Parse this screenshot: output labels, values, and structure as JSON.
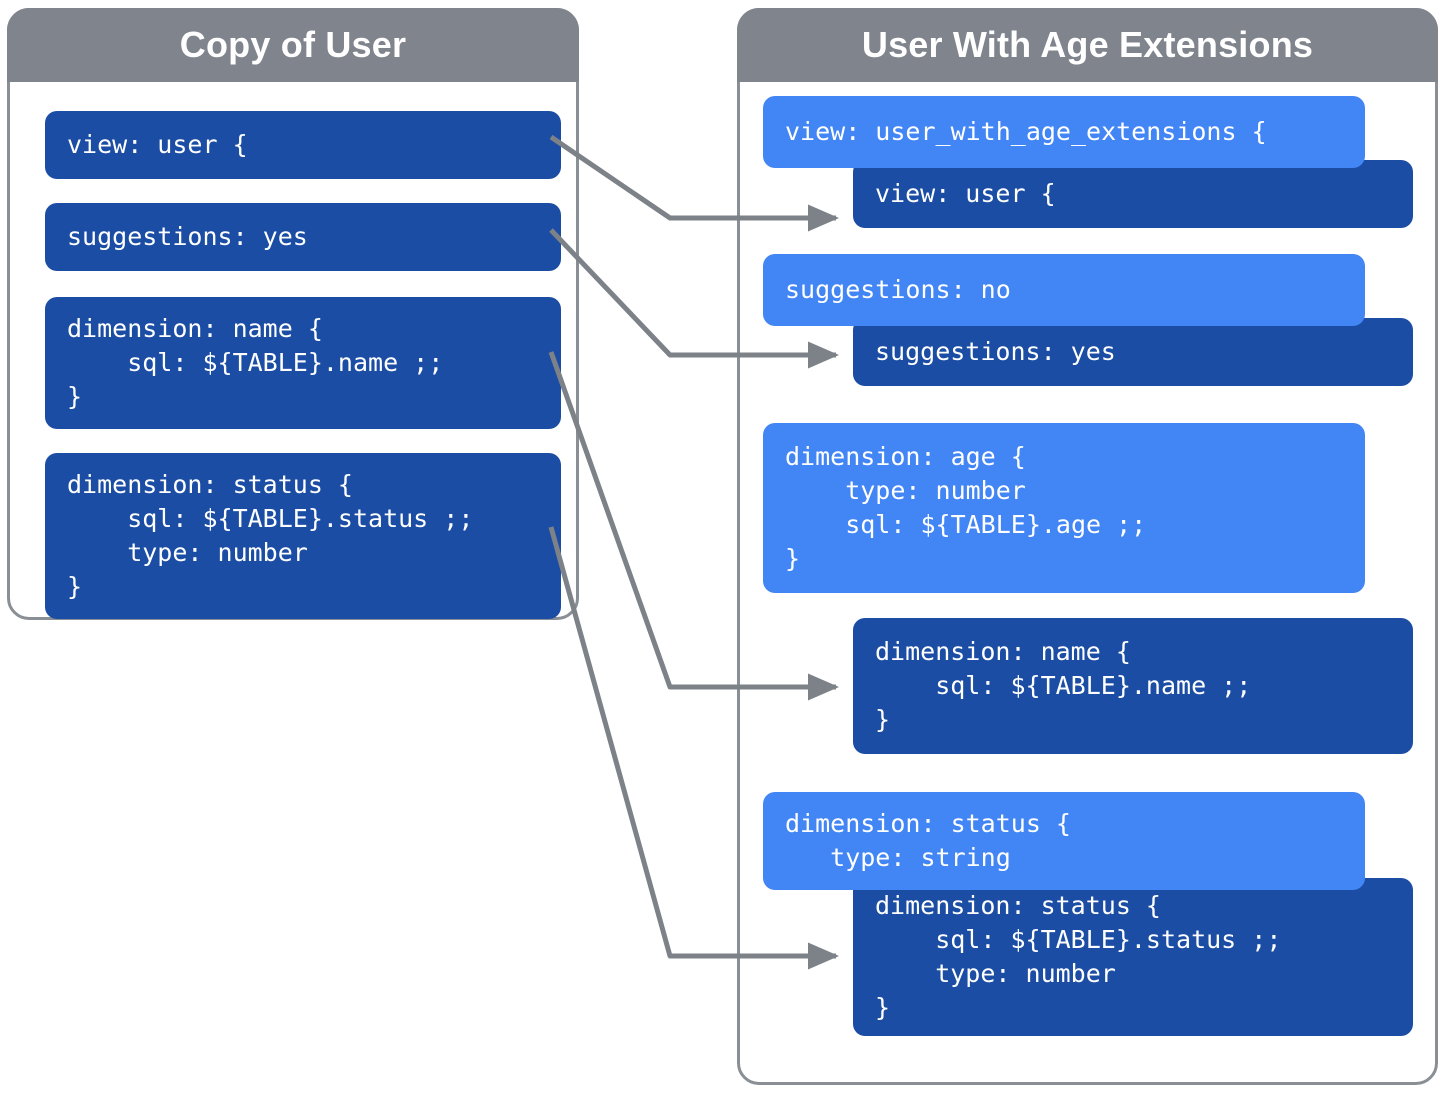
{
  "panels": {
    "left": {
      "title": "Copy of User",
      "blocks": [
        {
          "id": "lb-view",
          "text": "view: user {"
        },
        {
          "id": "lb-suggestions",
          "text": "suggestions: yes"
        },
        {
          "id": "lb-dim-name",
          "text": "dimension: name {\n    sql: ${TABLE}.name ;;\n}"
        },
        {
          "id": "lb-dim-status",
          "text": "dimension: status {\n    sql: ${TABLE}.status ;;\n    type: number\n}"
        }
      ]
    },
    "right": {
      "title": "User With Age Extensions",
      "blocks": [
        {
          "id": "rb-view-ext",
          "text": "view: user_with_age_extensions {"
        },
        {
          "id": "rb-view-user",
          "text": "view: user {"
        },
        {
          "id": "rb-sugg-no",
          "text": "suggestions: no"
        },
        {
          "id": "rb-sugg-yes",
          "text": "suggestions: yes"
        },
        {
          "id": "rb-dim-age",
          "text": "dimension: age {\n    type: number\n    sql: ${TABLE}.age ;;\n}"
        },
        {
          "id": "rb-dim-name",
          "text": "dimension: name {\n    sql: ${TABLE}.name ;;\n}"
        },
        {
          "id": "rb-dim-status-l",
          "text": "dimension: status {\n   type: string"
        },
        {
          "id": "rb-dim-status-d",
          "text": "dimension: status {\n    sql: ${TABLE}.status ;;\n    type: number\n}"
        }
      ]
    }
  },
  "connectors": [
    {
      "name": "view-to-view",
      "from": "lb-view",
      "to": "rb-view-user"
    },
    {
      "name": "suggestions-to-suggestions",
      "from": "lb-suggestions",
      "to": "rb-sugg-yes"
    },
    {
      "name": "dimension-name-to-name",
      "from": "lb-dim-name",
      "to": "rb-dim-name"
    },
    {
      "name": "dimension-status-to-status",
      "from": "lb-dim-status",
      "to": "rb-dim-status-d"
    }
  ],
  "colors": {
    "header_gray": "#80848d",
    "panel_border": "#8a8f96",
    "dark_blue": "#1a4da3",
    "light_blue": "#4285f4",
    "connector_gray": "#7c8288",
    "background": "#ffffff"
  }
}
